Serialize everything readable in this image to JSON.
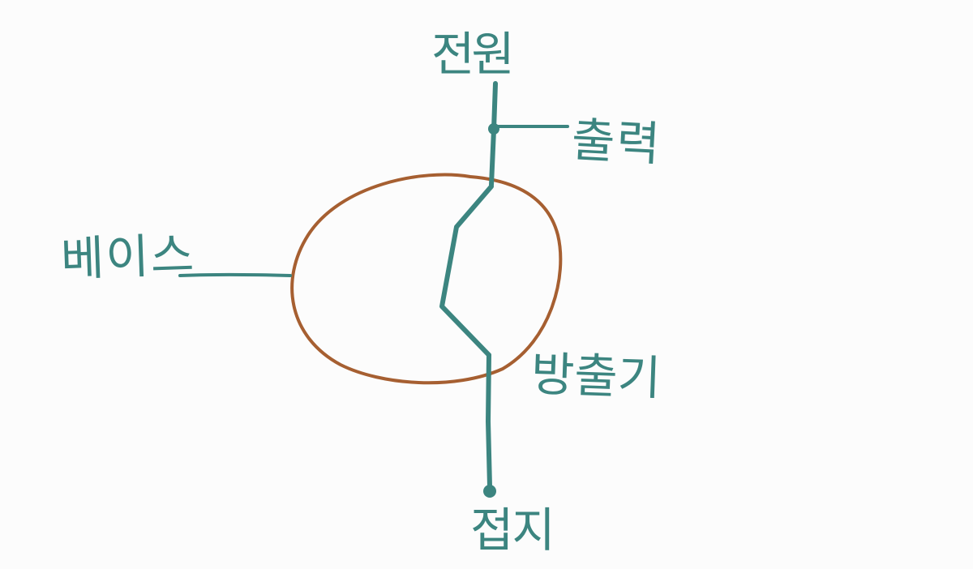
{
  "colors": {
    "wire": "#3c8580",
    "circle": "#a65f31",
    "label": "#3c8580",
    "background": "#fcfcfc"
  },
  "labels": {
    "power": "전원",
    "output": "출력",
    "base": "베이스",
    "emitter": "방출기",
    "ground": "접지"
  }
}
